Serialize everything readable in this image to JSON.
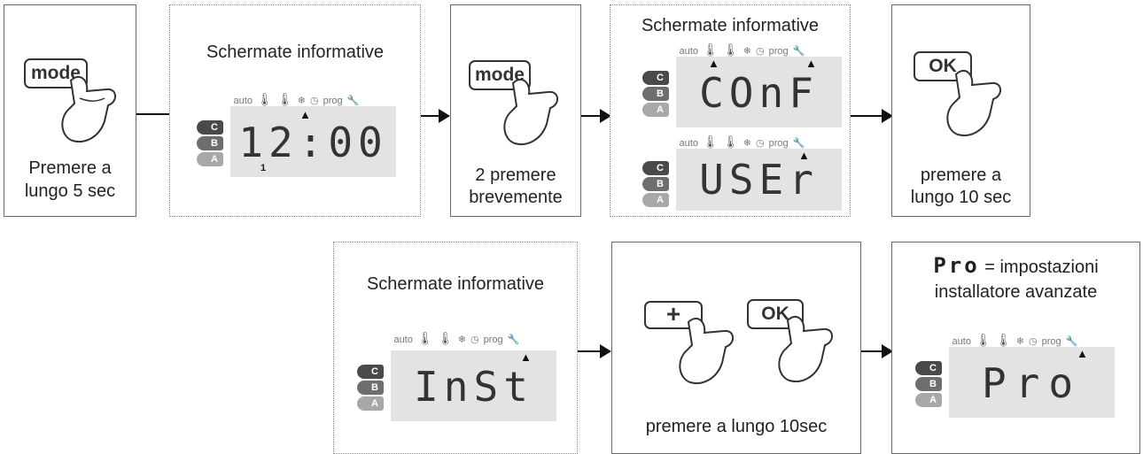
{
  "panels": {
    "p1": {
      "button": "mode",
      "caption_line1": "Premere a",
      "caption_line2": "lungo 5 sec"
    },
    "p2": {
      "title": "Schermate informative",
      "display": "12:00",
      "small": "1"
    },
    "p3": {
      "button": "mode",
      "caption_line1": "2 premere",
      "caption_line2": "brevemente"
    },
    "p4": {
      "title": "Schermate informative",
      "display_top": "CОnF",
      "display_bottom": "USEr"
    },
    "p5": {
      "button": "OK",
      "caption_line1": "premere a",
      "caption_line2": "lungo 10 sec"
    },
    "p6": {
      "title": "Schermate informative",
      "display": "InSt"
    },
    "p7": {
      "button_plus": "+",
      "button_ok": "OK",
      "caption": "premere a lungo 10sec"
    },
    "p8": {
      "pro_code": "Pro",
      "pro_eq": "= impostazioni",
      "pro_line2": "installatore avanzate",
      "display": "Pro"
    }
  },
  "lcd_icons": {
    "auto": "auto",
    "prog": "prog"
  },
  "modes": [
    "C",
    "B",
    "A"
  ]
}
